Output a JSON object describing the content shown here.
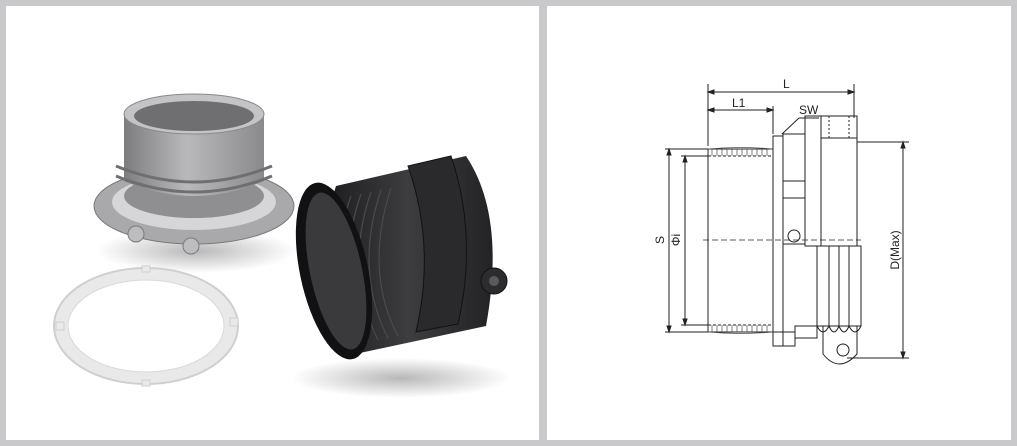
{
  "product_photo": {
    "icon": "conduit-fitting-photo",
    "colors": {
      "gray_part": "#9b9b9e",
      "black_part": "#2c2c2e",
      "washer": "#ededed"
    }
  },
  "drawing": {
    "labels": {
      "overall_length": "L",
      "thread_length": "L1",
      "wrench_size": "SW",
      "thread_diameter": "S",
      "inner_diameter": "Φi",
      "max_diameter": "D(Max)"
    }
  }
}
